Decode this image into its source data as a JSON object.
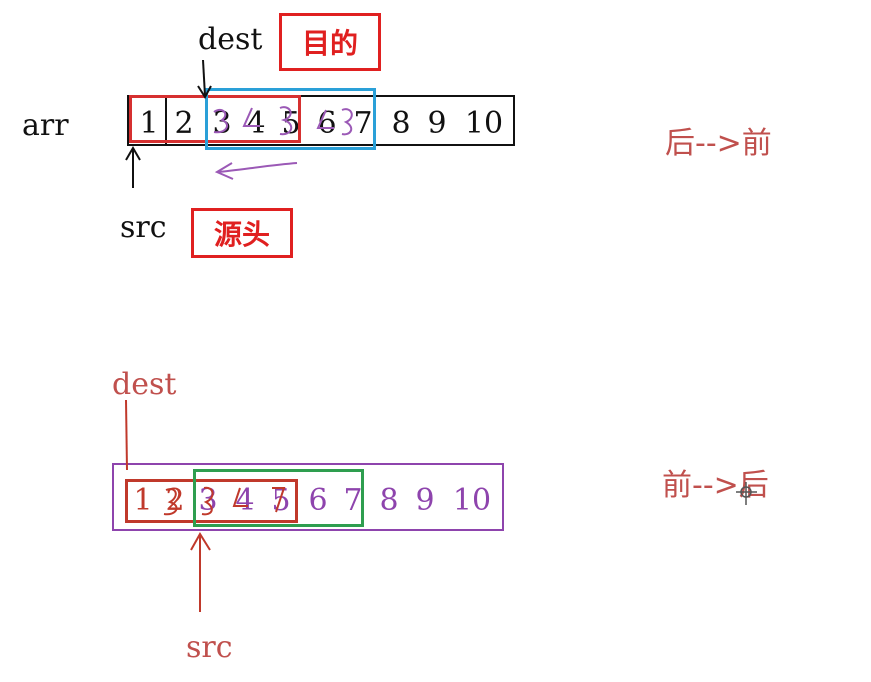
{
  "top": {
    "arr_label": "arr",
    "dest_label": "dest",
    "dest_note": "目的",
    "src_label": "src",
    "src_note": "源头",
    "cells": [
      "1",
      "2",
      "3",
      "4",
      "5",
      "6",
      "7",
      "8",
      "9",
      "10"
    ],
    "direction": "后-->前",
    "colors": {
      "border": "#111111",
      "red": "#d63030",
      "blue": "#2aa0d8",
      "purple": "#9b59b6"
    }
  },
  "bottom": {
    "dest_label": "dest",
    "src_label": "src",
    "cells": [
      "1",
      "2",
      "3",
      "4",
      "5",
      "6",
      "7",
      "8",
      "9",
      "10"
    ],
    "direction": "前-->后",
    "colors": {
      "border": "#8e44ad",
      "red": "#c0392b",
      "green": "#2e9e4f",
      "text": "#8e44ad"
    }
  }
}
